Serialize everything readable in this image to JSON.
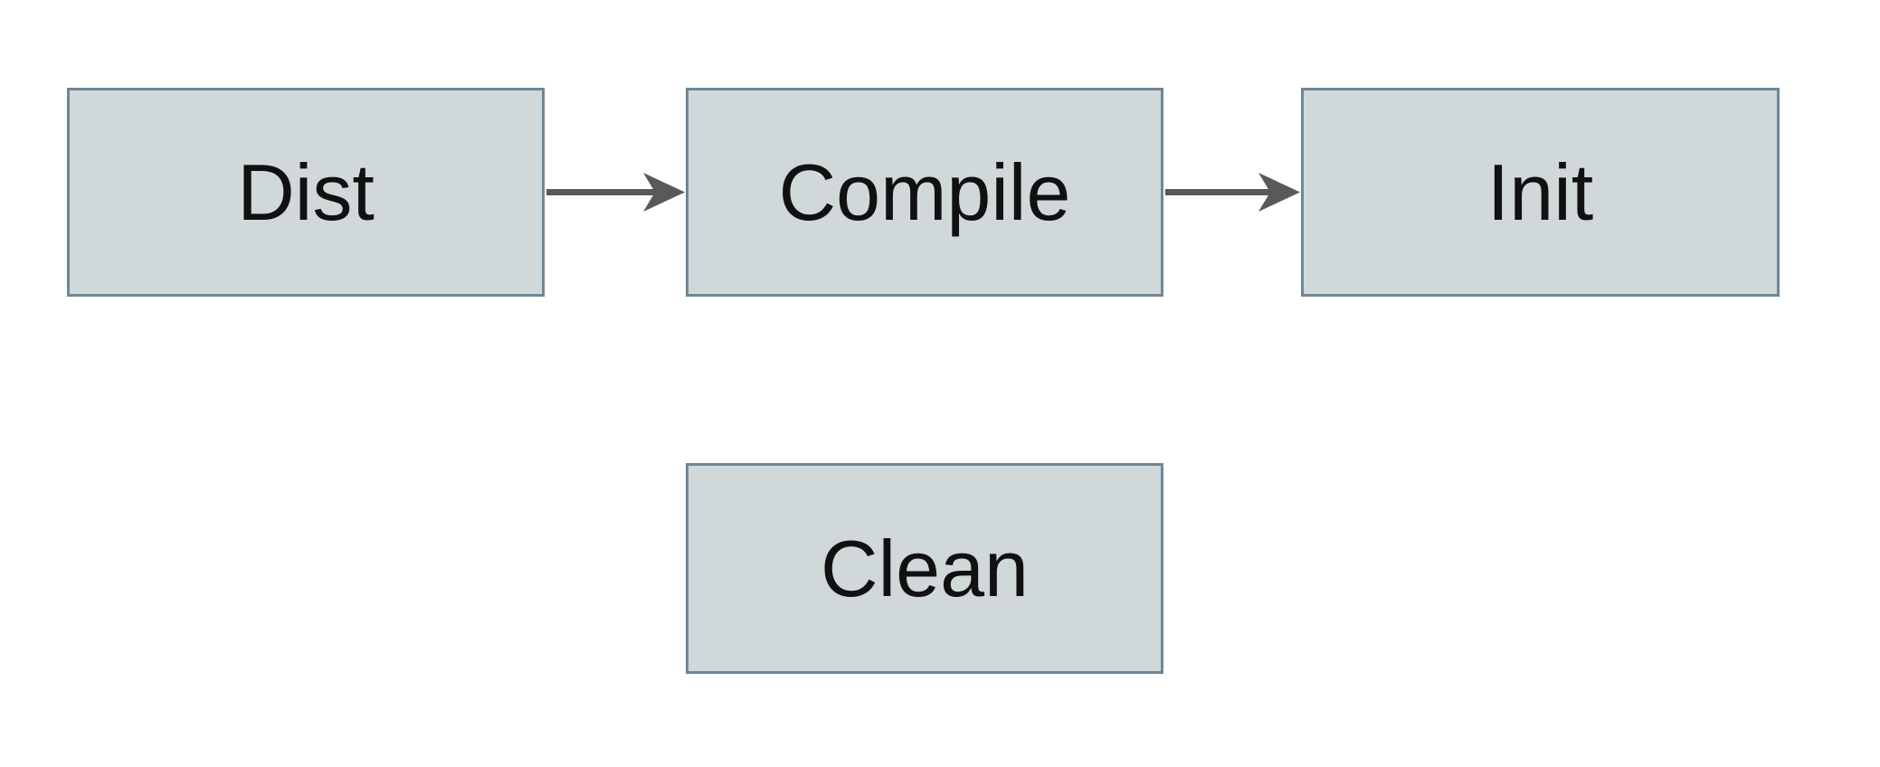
{
  "diagram": {
    "title": "build-tasks-flow",
    "background_color": "#ffffff",
    "node_fill_color": "#d0d8da",
    "node_border_color": "#6e8796",
    "node_text_color": "#111111",
    "arrow_color": "#58595b",
    "nodes": [
      {
        "id": "dist",
        "label": "Dist"
      },
      {
        "id": "compile",
        "label": "Compile"
      },
      {
        "id": "init",
        "label": "Init"
      },
      {
        "id": "clean",
        "label": "Clean"
      }
    ],
    "edges": [
      {
        "from": "Dist",
        "to": "Compile",
        "style": "solid-arrow"
      },
      {
        "from": "Compile",
        "to": "Init",
        "style": "solid-arrow"
      }
    ]
  }
}
